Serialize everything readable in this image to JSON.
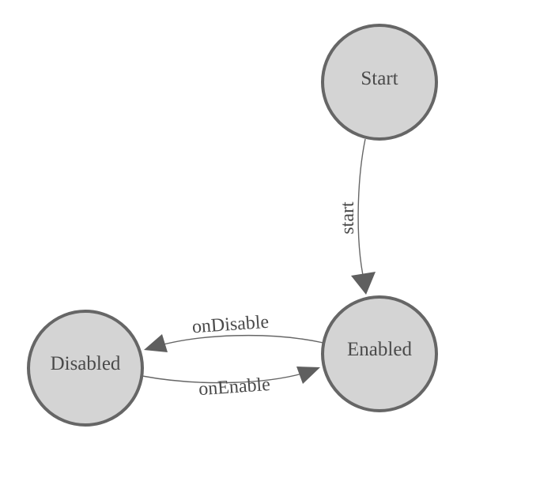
{
  "diagram": {
    "kind": "state-machine",
    "nodes": [
      {
        "id": "start",
        "label": "Start"
      },
      {
        "id": "enabled",
        "label": "Enabled"
      },
      {
        "id": "disabled",
        "label": "Disabled"
      }
    ],
    "edges": [
      {
        "id": "start-transition",
        "label": "start",
        "from": "Start",
        "to": "Enabled"
      },
      {
        "id": "on-disable-transition",
        "label": "onDisable",
        "from": "Enabled",
        "to": "Disabled"
      },
      {
        "id": "on-enable-transition",
        "label": "onEnable",
        "from": "Disabled",
        "to": "Enabled"
      }
    ],
    "colors": {
      "background": "#ffffff",
      "node_fill": "#d4d4d4",
      "node_stroke": "#666666",
      "edge_stroke": "#666666",
      "arrow_fill": "#5f5f5f",
      "label_color": "#4a4a4a"
    }
  }
}
